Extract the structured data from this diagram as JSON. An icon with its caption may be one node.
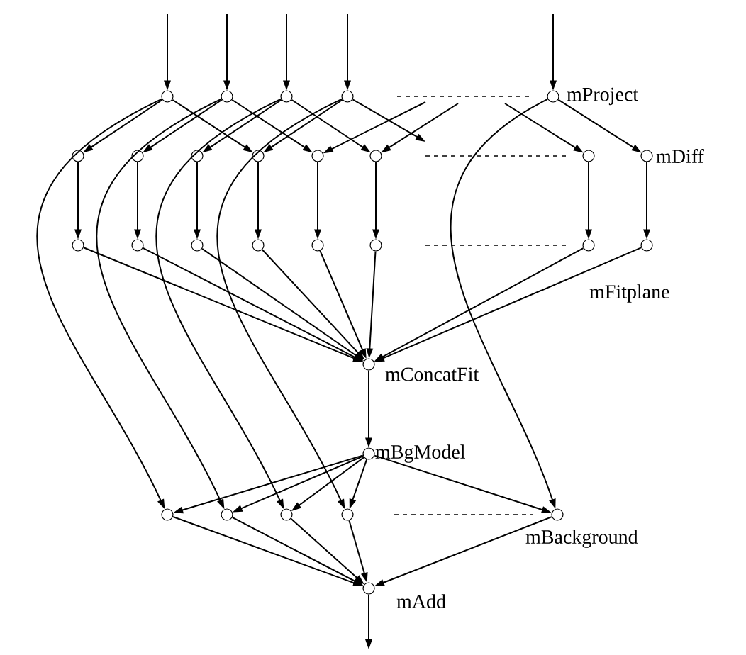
{
  "diagram": {
    "nodes": [
      {
        "text": [],
        "shape": "circle"
      },
      {
        "text": [],
        "shape": "circle"
      },
      {
        "text": [],
        "shape": "circle"
      },
      {
        "text": [],
        "shape": "circle"
      },
      {
        "text": [],
        "shape": "circle",
        "beside": [
          "mProject"
        ]
      },
      {
        "text": [],
        "shape": "circle"
      },
      {
        "text": [],
        "shape": "circle"
      },
      {
        "text": [],
        "shape": "circle"
      },
      {
        "text": [],
        "shape": "circle"
      },
      {
        "text": [],
        "shape": "circle"
      },
      {
        "text": [],
        "shape": "circle"
      },
      {
        "text": [],
        "shape": "circle"
      },
      {
        "text": [],
        "shape": "circle",
        "beside": [
          "mDiff"
        ]
      },
      {
        "text": [],
        "shape": "circle"
      },
      {
        "text": [],
        "shape": "circle"
      },
      {
        "text": [],
        "shape": "circle"
      },
      {
        "text": [],
        "shape": "circle"
      },
      {
        "text": [],
        "shape": "circle"
      },
      {
        "text": [],
        "shape": "circle"
      },
      {
        "text": [],
        "shape": "circle"
      },
      {
        "text": [],
        "shape": "circle",
        "beside": [
          "mFitplane"
        ]
      },
      {
        "text": [],
        "shape": "circle",
        "beside": [
          "mConcatFit"
        ]
      },
      {
        "text": [],
        "shape": "circle",
        "beside": [
          "mBgModel"
        ]
      },
      {
        "text": [],
        "shape": "circle"
      },
      {
        "text": [],
        "shape": "circle"
      },
      {
        "text": [],
        "shape": "circle"
      },
      {
        "text": [],
        "shape": "circle"
      },
      {
        "text": [],
        "shape": "circle",
        "beside": [
          "mBackground"
        ]
      },
      {
        "text": [],
        "shape": "circle",
        "beside": [
          "mAdd"
        ]
      }
    ],
    "edges": [
      {
        "from": null,
        "to": 0,
        "arrow": "to"
      },
      {
        "from": null,
        "to": 1,
        "arrow": "to"
      },
      {
        "from": null,
        "to": 2,
        "arrow": "to"
      },
      {
        "from": null,
        "to": 3,
        "arrow": "to"
      },
      {
        "from": null,
        "to": 4,
        "arrow": "to"
      },
      {
        "from": 0,
        "to": 5,
        "arrow": "to"
      },
      {
        "from": 0,
        "to": 8,
        "arrow": "to"
      },
      {
        "from": 1,
        "to": 6,
        "arrow": "to"
      },
      {
        "from": 1,
        "to": 9,
        "arrow": "to"
      },
      {
        "from": 2,
        "to": 7,
        "arrow": "to"
      },
      {
        "from": 2,
        "to": 10,
        "arrow": "to"
      },
      {
        "from": 3,
        "to": 8,
        "arrow": "to"
      },
      {
        "from": 3,
        "to": null,
        "arrow": "to"
      },
      {
        "from": null,
        "to": 9,
        "arrow": "to"
      },
      {
        "from": null,
        "to": 10,
        "arrow": "to"
      },
      {
        "from": null,
        "to": 11,
        "arrow": "to"
      },
      {
        "from": 4,
        "to": 12,
        "arrow": "to"
      },
      {
        "from": 5,
        "to": 13,
        "arrow": "to"
      },
      {
        "from": 6,
        "to": 14,
        "arrow": "to"
      },
      {
        "from": 7,
        "to": 15,
        "arrow": "to"
      },
      {
        "from": 8,
        "to": 16,
        "arrow": "to"
      },
      {
        "from": 9,
        "to": 17,
        "arrow": "to"
      },
      {
        "from": 10,
        "to": 18,
        "arrow": "to"
      },
      {
        "from": 11,
        "to": 19,
        "arrow": "to"
      },
      {
        "from": 12,
        "to": 20,
        "arrow": "to"
      },
      {
        "from": 13,
        "to": 21,
        "arrow": "to"
      },
      {
        "from": 14,
        "to": 21,
        "arrow": "to"
      },
      {
        "from": 15,
        "to": 21,
        "arrow": "to"
      },
      {
        "from": 16,
        "to": 21,
        "arrow": "to"
      },
      {
        "from": 17,
        "to": 21,
        "arrow": "to"
      },
      {
        "from": 18,
        "to": 21,
        "arrow": "to"
      },
      {
        "from": 19,
        "to": 21,
        "arrow": "to"
      },
      {
        "from": 20,
        "to": 21,
        "arrow": "to"
      },
      {
        "from": 21,
        "to": 22,
        "arrow": "to"
      },
      {
        "from": 0,
        "to": 23,
        "arrow": "to"
      },
      {
        "from": 1,
        "to": 24,
        "arrow": "to"
      },
      {
        "from": 2,
        "to": 25,
        "arrow": "to"
      },
      {
        "from": 3,
        "to": 26,
        "arrow": "to"
      },
      {
        "from": 4,
        "to": 27,
        "arrow": "to"
      },
      {
        "from": 22,
        "to": 23,
        "arrow": "to"
      },
      {
        "from": 22,
        "to": 24,
        "arrow": "to"
      },
      {
        "from": 22,
        "to": 25,
        "arrow": "to"
      },
      {
        "from": 22,
        "to": 26,
        "arrow": "to"
      },
      {
        "from": 22,
        "to": 27,
        "arrow": "to"
      },
      {
        "from": 23,
        "to": 28,
        "arrow": "to"
      },
      {
        "from": 24,
        "to": 28,
        "arrow": "to"
      },
      {
        "from": 25,
        "to": 28,
        "arrow": "to"
      },
      {
        "from": 26,
        "to": 28,
        "arrow": "to"
      },
      {
        "from": 27,
        "to": 28,
        "arrow": "to"
      },
      {
        "from": 28,
        "to": null,
        "arrow": "to"
      }
    ]
  }
}
